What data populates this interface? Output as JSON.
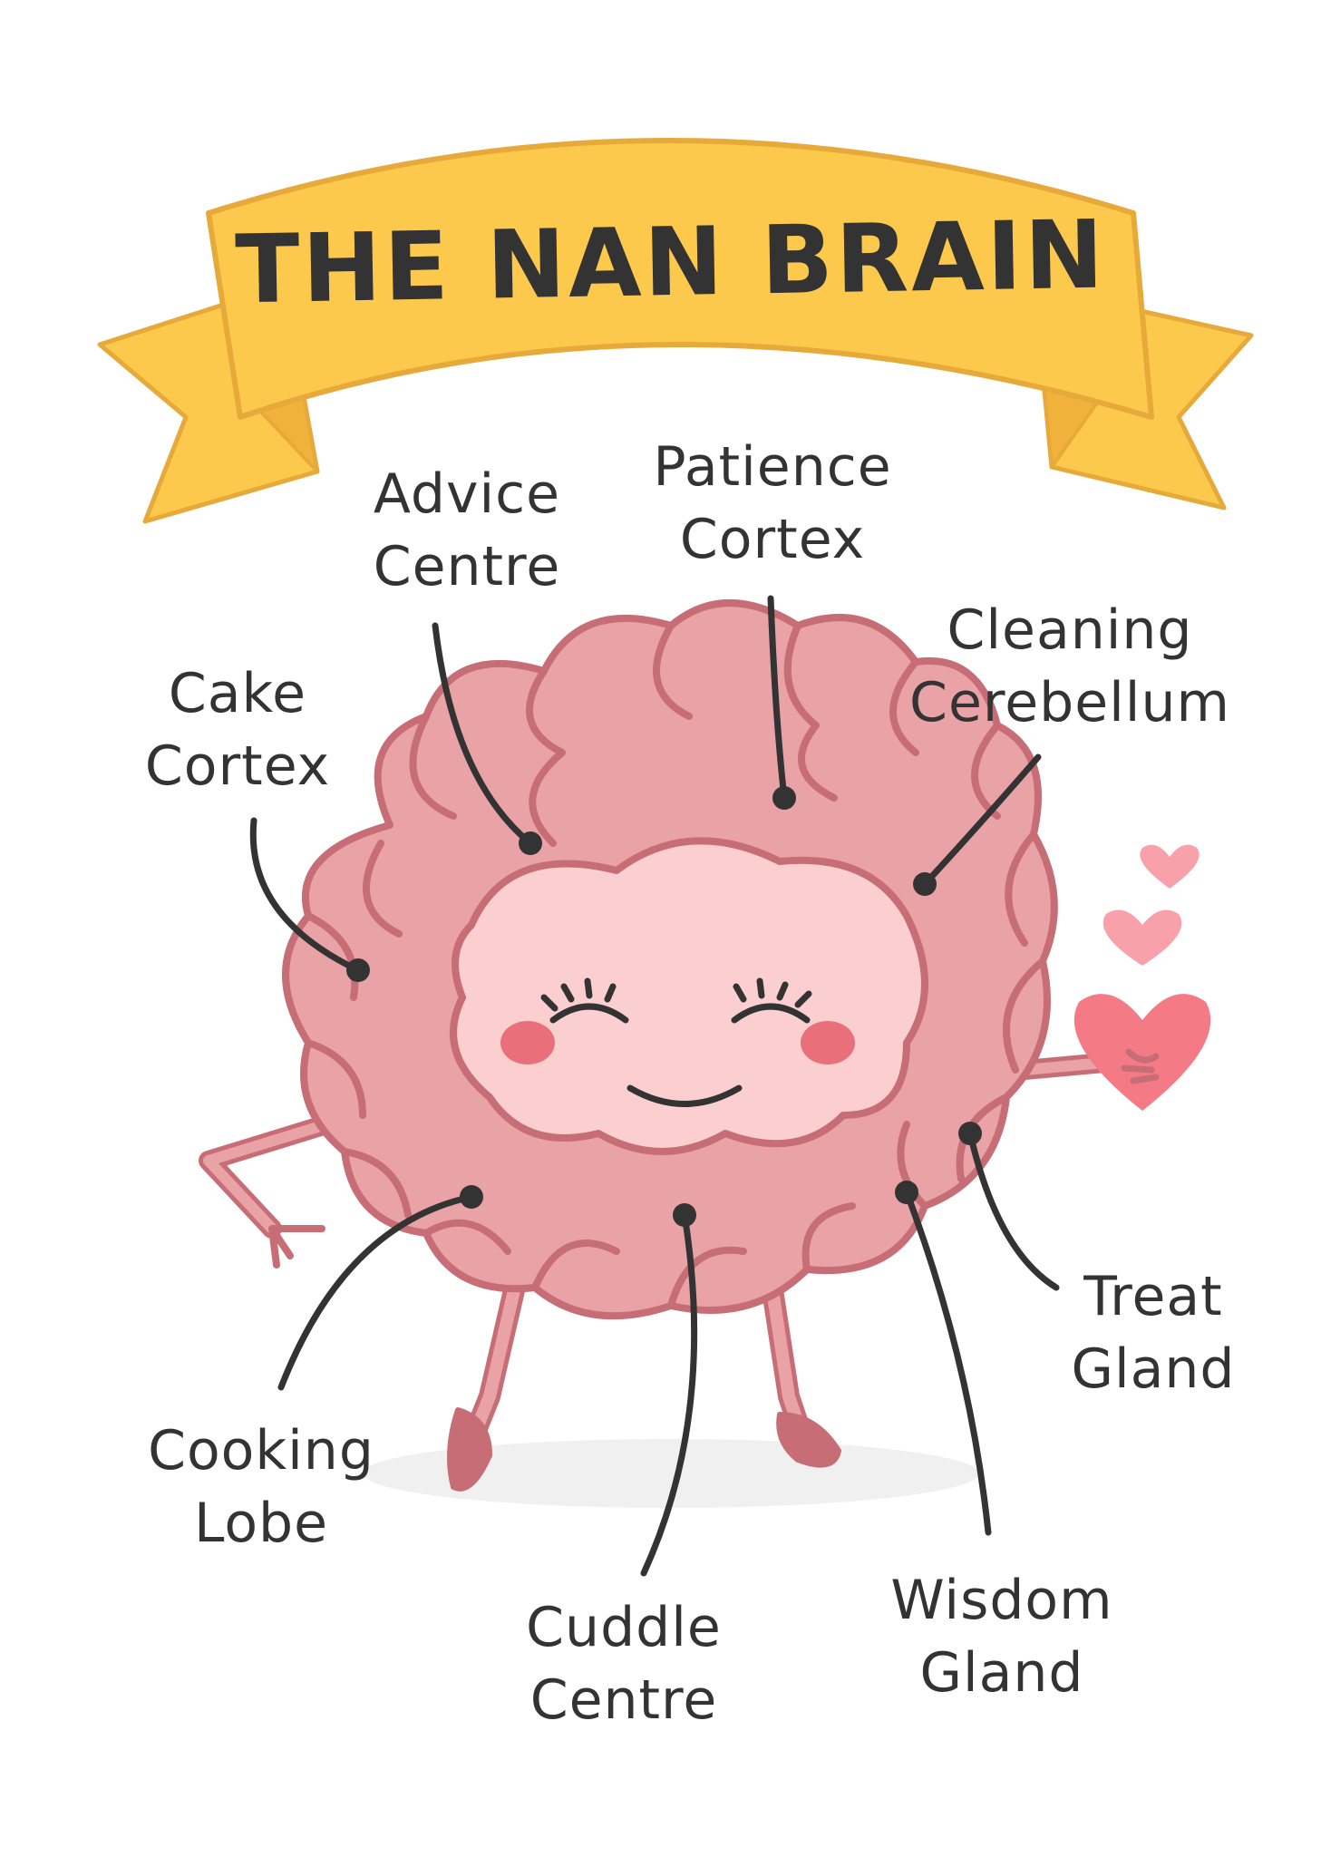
{
  "title": "THE NAN BRAIN",
  "labels": {
    "advice_centre": [
      "Advice",
      "Centre"
    ],
    "patience_cortex": [
      "Patience",
      "Cortex"
    ],
    "cleaning_cerebellum": [
      "Cleaning",
      "Cerebellum"
    ],
    "cake_cortex": [
      "Cake",
      "Cortex"
    ],
    "treat_gland": [
      "Treat",
      "Gland"
    ],
    "cooking_lobe": [
      "Cooking",
      "Lobe"
    ],
    "cuddle_centre": [
      "Cuddle",
      "Centre"
    ],
    "wisdom_gland": [
      "Wisdom",
      "Gland"
    ]
  },
  "colors": {
    "banner": "#fdc94d",
    "banner_dark": "#f0b23a",
    "banner_outline": "#e6a93a",
    "brain": "#e9a3a7",
    "brain_light": "#f2b8ba",
    "brain_outline": "#c76d75",
    "face": "#fbcfd0",
    "cheek": "#e9707a",
    "heart": "#f47a86",
    "heart_light": "#f8a1aa",
    "line": "#333333"
  }
}
